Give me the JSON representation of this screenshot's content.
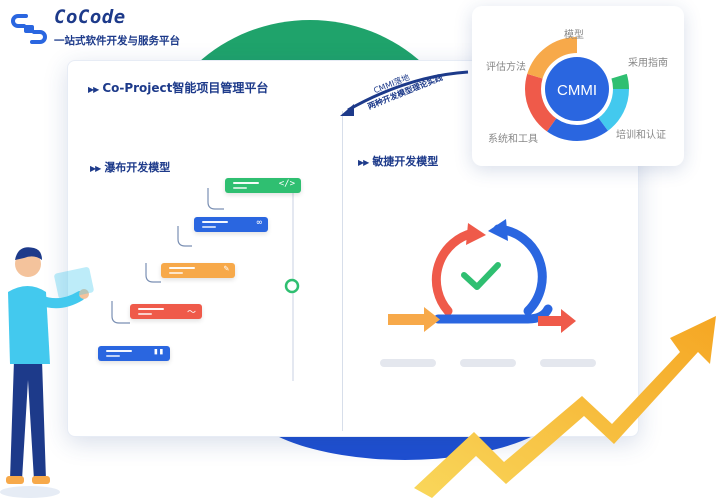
{
  "brand": {
    "name": "CoCode",
    "tagline": "一站式软件开发与服务平台"
  },
  "board": {
    "title": "Co-Project智能项目管理平台",
    "waterfall_title": "瀑布开发模型",
    "agile_title": "敏捷开发模型"
  },
  "bubble": {
    "line1": "CMMI落地",
    "line2": "两种开发模型理论实践"
  },
  "cmmi": {
    "center": "CMMI",
    "labels": [
      "模型",
      "采用指南",
      "培训和认证",
      "系统和工具",
      "评估方法"
    ]
  },
  "colors": {
    "brand_navy": "#1d3a8a",
    "green": "#2fbf71",
    "blue": "#2a66e0",
    "orange": "#f7a94a",
    "red": "#ef5a4a",
    "cyan": "#43c9ee",
    "gold": "#f5b820"
  },
  "icons": [
    "cocode-logo-icon",
    "play-arrows-icon",
    "code-icon",
    "infinity-icon",
    "checkmark-icon",
    "bar-chart-icon",
    "growth-arrow-icon",
    "person-illustration"
  ]
}
